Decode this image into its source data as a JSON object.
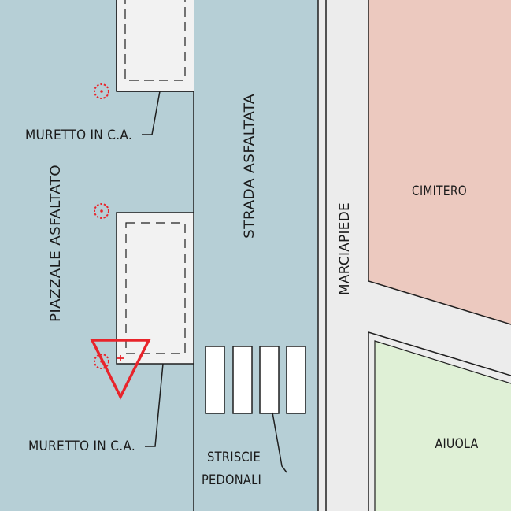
{
  "labels": {
    "piazzale": "PIAZZALE ASFALTATO",
    "strada": "STRADA ASFALTATA",
    "marciapiede": "MARCIAPIEDE",
    "cimitero": "CIMITERO",
    "aiuola": "AIUOLA",
    "muretto_top": "MURETTO IN C.A.",
    "muretto_bottom": "MURETTO IN C.A.",
    "strisce_line1": "STRISCIE",
    "strisce_line2": "PEDONALI"
  },
  "colors": {
    "asphalt": "#b6cfd6",
    "sidewalk": "#ececec",
    "cemetery": "#ecc9bf",
    "flowerbed": "#dff0d6",
    "wall_fill": "#f2f2f2",
    "line": "#1f1f1f",
    "marker_red": "#e8242b"
  },
  "symbols": {
    "yield_sign": "yield-triangle-icon",
    "survey_marker": "survey-point-icon",
    "crosswalk_stripe_count": 4
  }
}
